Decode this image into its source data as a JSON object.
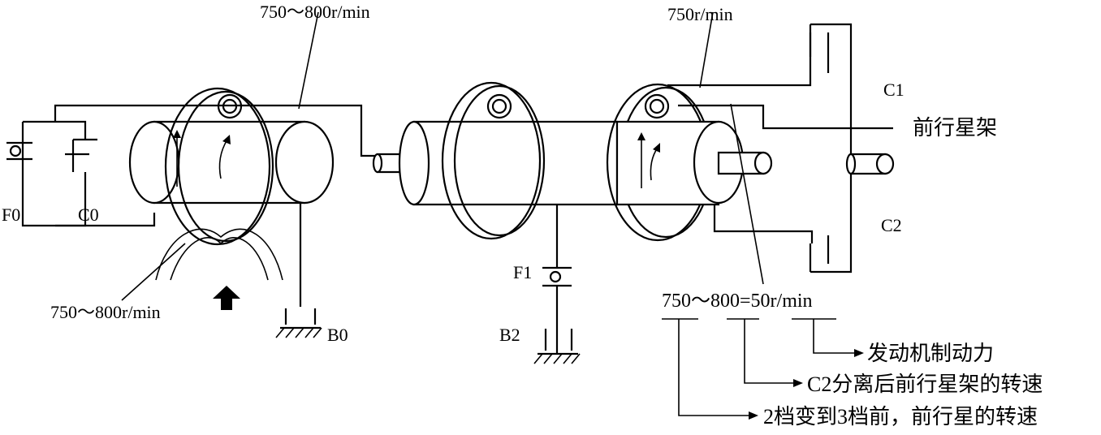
{
  "labels": {
    "top_left_speed": "750～800r/min",
    "top_right_speed": "750r/min",
    "bottom_left_speed": "750～800r/min",
    "formula": "750～800=50r/min"
  },
  "components": {
    "F0": "F0",
    "C0": "C0",
    "B0": "B0",
    "F1": "F1",
    "B2": "B2",
    "C1": "C1",
    "C2": "C2",
    "front_carrier": "前行星架"
  },
  "annotations": {
    "engine_brake": "发动机制动力",
    "c2_release": "C2分离后前行星架的转速",
    "before_shift": "2档变到3档前，前行星的转速"
  },
  "colors": {
    "line": "#000000",
    "background": "#ffffff"
  }
}
